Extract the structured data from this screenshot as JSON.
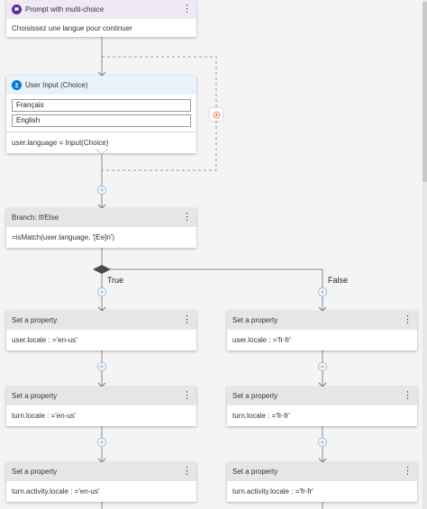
{
  "canvas": {
    "background": "#f4f4f4",
    "prompt": {
      "title": "Prompt with multi-choice",
      "body": "Choisissez une langue pour continuer",
      "icon": "chat-bubble-icon",
      "accent": "#5c2d91"
    },
    "user_input": {
      "title": "User Input (Choice)",
      "icon": "person-icon",
      "accent": "#0078d4",
      "choices": [
        "Français",
        "English"
      ],
      "expression": "user.language = Input(Choice)",
      "reprompt_icon": "loop-target-icon"
    },
    "branch": {
      "title": "Branch: If/Else",
      "condition": "=isMatch(user.language, '[Ee]n')",
      "true_label": "True",
      "false_label": "False"
    },
    "true_actions": [
      {
        "title": "Set a property",
        "expression": "user.locale : ='en-us'"
      },
      {
        "title": "Set a property",
        "expression": "turn.locale : ='en-us'"
      },
      {
        "title": "Set a property",
        "expression": "turn.activity.locale : ='en-us'"
      }
    ],
    "false_actions": [
      {
        "title": "Set a property",
        "expression": "user.locale : ='fr-fr'"
      },
      {
        "title": "Set a property",
        "expression": "turn.locale : ='fr-fr'"
      },
      {
        "title": "Set a property",
        "expression": "turn.activity.locale : ='fr-fr'"
      }
    ],
    "menu_icon": "more-vertical-icon",
    "add_icon": "plus-icon"
  }
}
